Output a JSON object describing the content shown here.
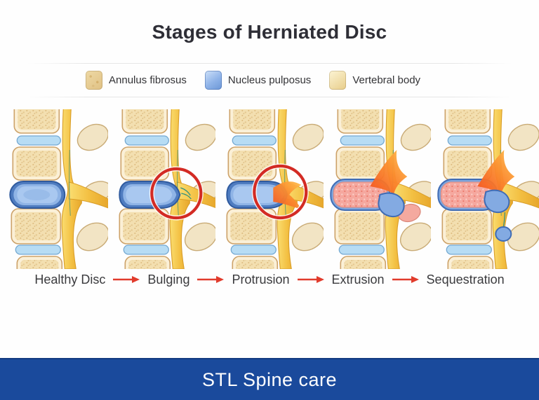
{
  "title": "Stages of Herniated Disc",
  "legend": {
    "items": [
      {
        "name": "annulus-fibrosus",
        "label": "Annulus fibrosus",
        "color": "#e4c78e"
      },
      {
        "name": "nucleus-pulposus",
        "label": "Nucleus pulposus",
        "color": "#82a9e2"
      },
      {
        "name": "vertebral-body",
        "label": "Vertebral body",
        "color": "#f2e0ac"
      }
    ]
  },
  "stages": [
    {
      "name": "healthy",
      "label": "Healthy Disc"
    },
    {
      "name": "bulging",
      "label": "Bulging"
    },
    {
      "name": "protrusion",
      "label": "Protrusion"
    },
    {
      "name": "extrusion",
      "label": "Extrusion"
    },
    {
      "name": "sequestration",
      "label": "Sequestration"
    }
  ],
  "colors": {
    "arrow": "#e13b2c",
    "annotation_circle": "#d32b24",
    "footer_background": "#1a4a9c",
    "title_text": "#2e2e36"
  },
  "footer": {
    "text": "STL Spine care"
  }
}
